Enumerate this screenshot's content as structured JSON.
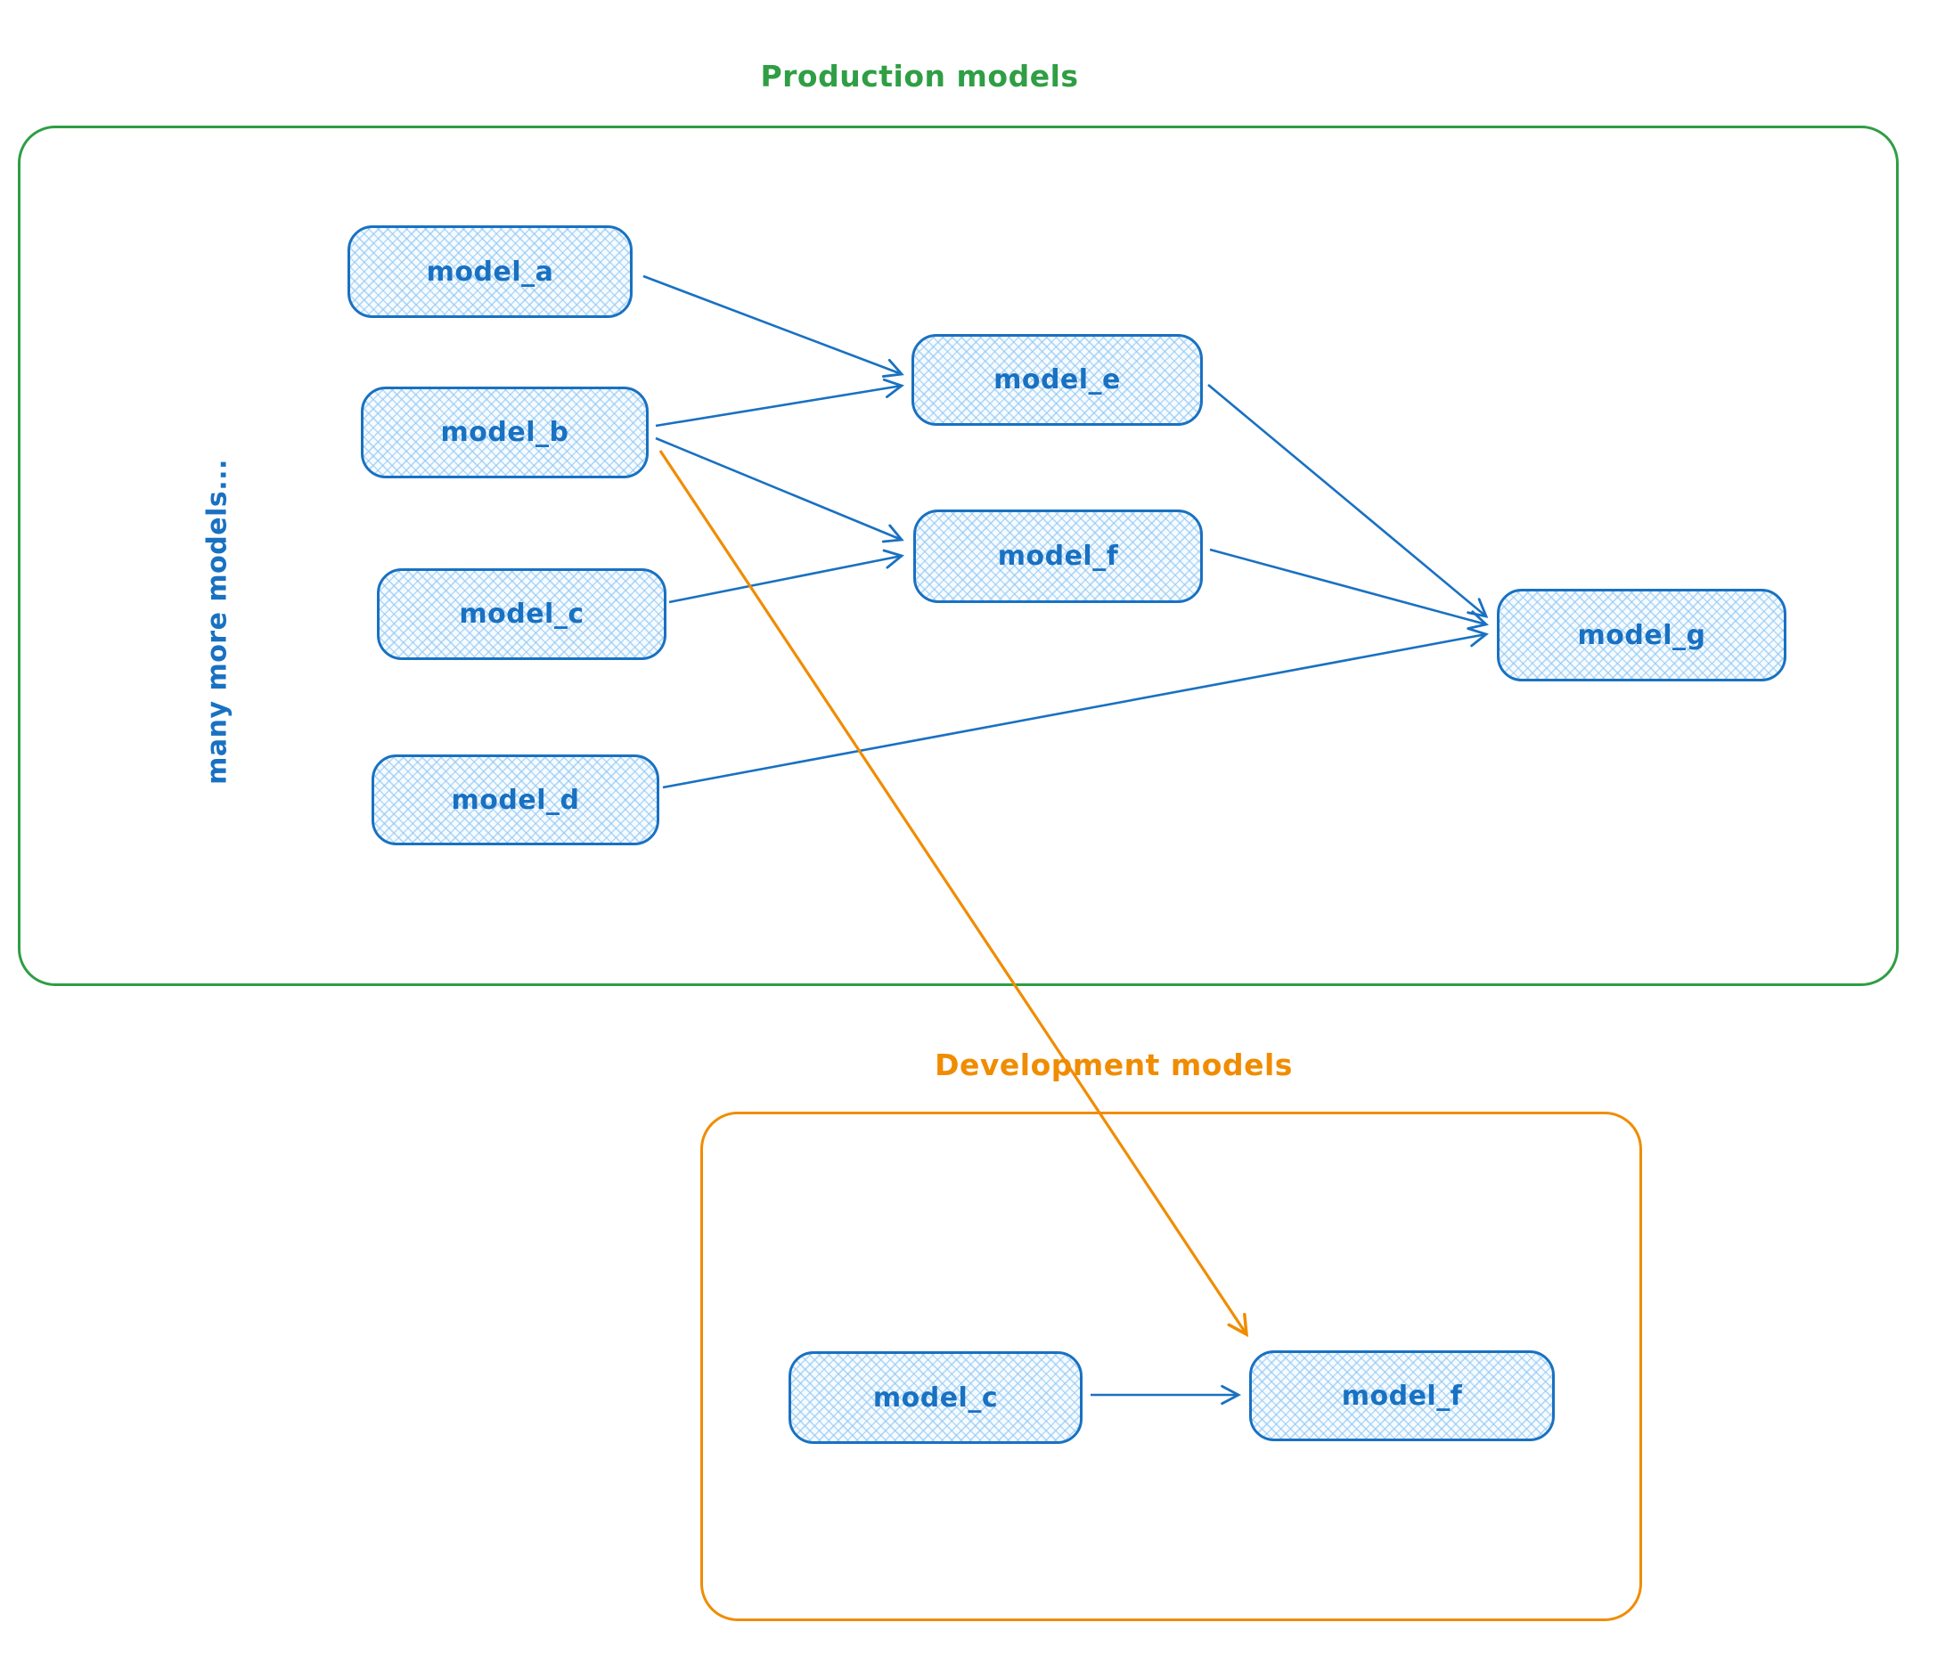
{
  "diagram": {
    "type": "flowchart",
    "production": {
      "title": "Production models",
      "side_note": "many more models...",
      "nodes": [
        {
          "id": "model_a",
          "label": "model_a"
        },
        {
          "id": "model_b",
          "label": "model_b"
        },
        {
          "id": "model_c",
          "label": "model_c"
        },
        {
          "id": "model_d",
          "label": "model_d"
        },
        {
          "id": "model_e",
          "label": "model_e"
        },
        {
          "id": "model_f",
          "label": "model_f"
        },
        {
          "id": "model_g",
          "label": "model_g"
        }
      ],
      "edges": [
        {
          "from": "model_a",
          "to": "model_e"
        },
        {
          "from": "model_b",
          "to": "model_e"
        },
        {
          "from": "model_b",
          "to": "model_f"
        },
        {
          "from": "model_c",
          "to": "model_f"
        },
        {
          "from": "model_e",
          "to": "model_g"
        },
        {
          "from": "model_f",
          "to": "model_g"
        },
        {
          "from": "model_d",
          "to": "model_g"
        }
      ]
    },
    "development": {
      "title": "Development models",
      "nodes": [
        {
          "id": "model_c",
          "label": "model_c"
        },
        {
          "id": "model_f",
          "label": "model_f"
        }
      ],
      "edges": [
        {
          "from": "model_c",
          "to": "model_f"
        }
      ]
    },
    "cross_edges": [
      {
        "from": "production.model_b",
        "to": "development.model_f"
      }
    ],
    "colors": {
      "node_stroke": "#1971c2",
      "node_fill_hatch": "#a5d8ff",
      "production_border": "#2f9e44",
      "production_title": "#2f9e44",
      "development_border": "#f08c00",
      "development_title": "#f08c00",
      "edge_blue": "#1971c2",
      "edge_orange": "#f08c00"
    }
  }
}
